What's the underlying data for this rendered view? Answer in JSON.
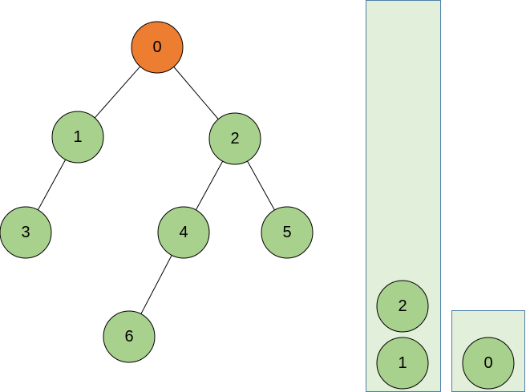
{
  "colors": {
    "node_fill": "#a9d18e",
    "current_node_fill": "#ed7d31",
    "container_fill": "#e2efda",
    "container_border": "#4f7fa8",
    "edge": "#000000"
  },
  "tree": {
    "nodes": [
      {
        "id": "n0",
        "label": "0",
        "state": "current"
      },
      {
        "id": "n1",
        "label": "1",
        "state": "normal"
      },
      {
        "id": "n2",
        "label": "2",
        "state": "normal"
      },
      {
        "id": "n3",
        "label": "3",
        "state": "normal"
      },
      {
        "id": "n4",
        "label": "4",
        "state": "normal"
      },
      {
        "id": "n5",
        "label": "5",
        "state": "normal"
      },
      {
        "id": "n6",
        "label": "6",
        "state": "normal"
      }
    ],
    "edges": [
      {
        "from": "n0",
        "to": "n1"
      },
      {
        "from": "n0",
        "to": "n2"
      },
      {
        "from": "n1",
        "to": "n3"
      },
      {
        "from": "n2",
        "to": "n4"
      },
      {
        "from": "n2",
        "to": "n5"
      },
      {
        "from": "n4",
        "to": "n6"
      }
    ]
  },
  "stack": {
    "items": [
      "1",
      "2"
    ]
  },
  "output": {
    "items": [
      "0"
    ]
  }
}
